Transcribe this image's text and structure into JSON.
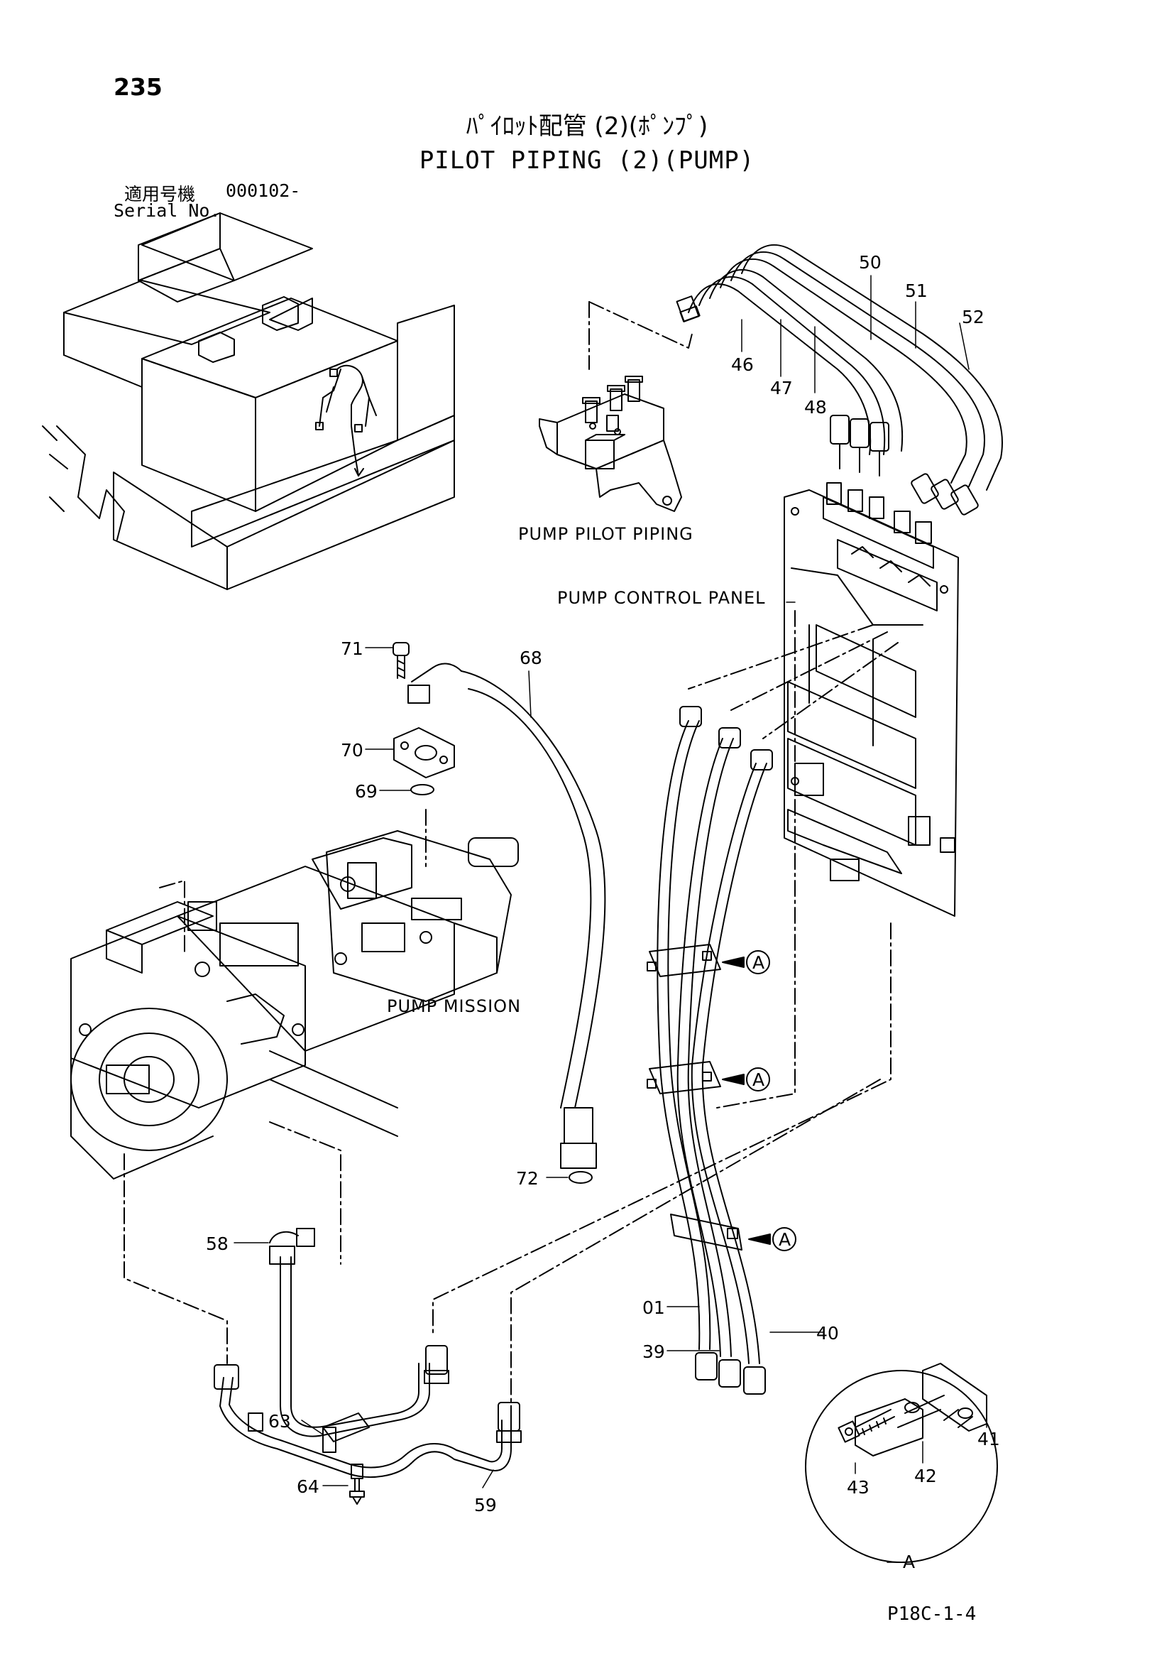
{
  "header": {
    "page_number": "235",
    "title_jp": "ﾊﾟｲﾛｯﾄ配管 (2)(ﾎﾟﾝﾌﾟ)",
    "title_en": "PILOT PIPING (2)(PUMP)",
    "serial_label_jp": "適用号機",
    "serial_value": "000102-",
    "serial_label_en": "Serial No."
  },
  "labels": {
    "pump_pilot_piping": "PUMP PILOT PIPING",
    "pump_control_panel": "PUMP CONTROL PANEL",
    "pump_mission": "PUMP MISSION",
    "detail_a": "A"
  },
  "callouts": {
    "p50": "50",
    "p51": "51",
    "p52": "52",
    "p46": "46",
    "p47": "47",
    "p48": "48",
    "p71": "71",
    "p68": "68",
    "p70": "70",
    "p69": "69",
    "p72": "72",
    "p58": "58",
    "p01": "01",
    "p39": "39",
    "p40": "40",
    "p63": "63",
    "p64": "64",
    "p59": "59",
    "p41": "41",
    "p42": "42",
    "p43": "43",
    "ref_a": "A"
  },
  "footer": {
    "doc_code": "P18C-1-4"
  }
}
